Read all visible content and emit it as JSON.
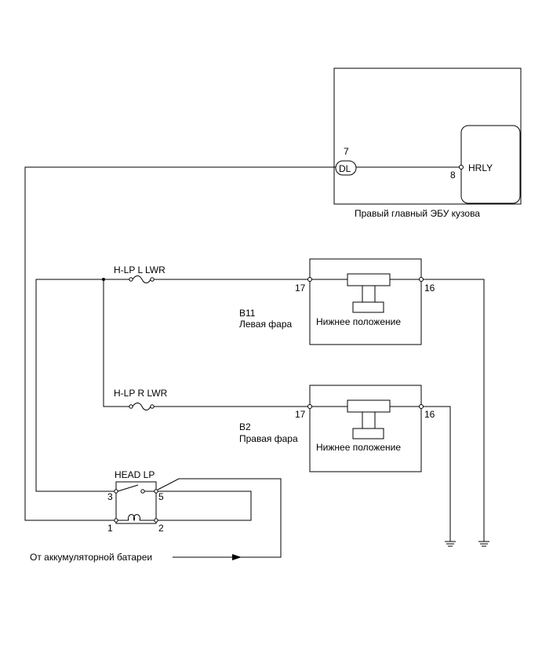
{
  "ecu": {
    "caption": "Правый главный ЭБУ кузова",
    "dl_pin": "7",
    "dl_label": "DL",
    "hrly_pin": "8",
    "hrly_label": "HRLY"
  },
  "left_headlight": {
    "fuse_label": "H-LP L LWR",
    "connector": "B11",
    "name": "Левая фара",
    "motor_label": "Нижнее положение",
    "pin_in": "17",
    "pin_out": "16"
  },
  "right_headlight": {
    "fuse_label": "H-LP R LWR",
    "connector": "B2",
    "name": "Правая фара",
    "motor_label": "Нижнее положение",
    "pin_in": "17",
    "pin_out": "16"
  },
  "relay": {
    "label": "HEAD LP",
    "pin3": "3",
    "pin5": "5",
    "pin1": "1",
    "pin2": "2"
  },
  "battery_label": "От аккумуляторной батареи"
}
